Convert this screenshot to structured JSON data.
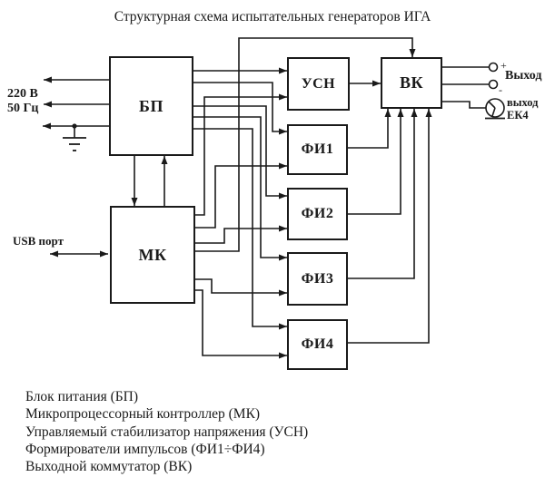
{
  "title": "Структурная схема испытательных генераторов ИГА",
  "blocks": {
    "bp": "БП",
    "mk": "МК",
    "usn": "УСН",
    "fi1": "ФИ1",
    "fi2": "ФИ2",
    "fi3": "ФИ3",
    "fi4": "ФИ4",
    "vk": "ВК"
  },
  "labels": {
    "voltage": "220 В",
    "frequency": "50 Гц",
    "usb": "USB порт",
    "output": "Выход",
    "plus": "+",
    "minus": "-",
    "lamp_output": "выход",
    "lamp_name": "ЕК4"
  },
  "legend": [
    "Блок питания (БП)",
    "Микропроцессорный контроллер (МК)",
    "Управляемый стабилизатор напряжения (УСН)",
    "Формирователи импульсов (ФИ1÷ФИ4)",
    "Выходной коммутатор (ВК)"
  ],
  "colors": {
    "line": "#1a1a1a",
    "background": "#ffffff"
  }
}
